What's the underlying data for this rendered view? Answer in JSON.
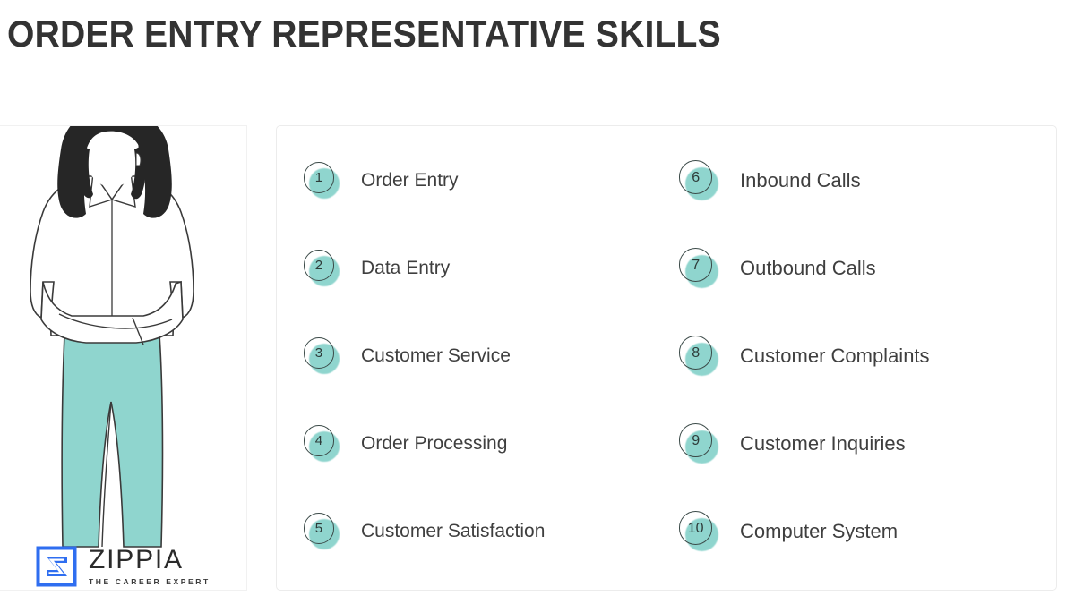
{
  "page": {
    "title": "ORDER ENTRY REPRESENTATIVE SKILLS",
    "background_color": "#ffffff",
    "title_color": "#333333",
    "accent_color": "#8fd5ce",
    "panel_border_color": "#ececec"
  },
  "illustration": {
    "alt": "line-art illustration of a woman with dark hair, white blouse and teal trousers, arms crossed",
    "hair_color": "#2b2b2b",
    "blouse_color": "#ffffff",
    "trousers_color": "#8fd5ce",
    "outline_color": "#3a3a3a"
  },
  "logo": {
    "wordmark": "ZIPPIA",
    "tagline": "THE CAREER EXPERT",
    "mark_color": "#2f6ef0",
    "wordmark_color": "#2b2b2b",
    "mark_letter": "Z"
  },
  "skills": {
    "left_column": [
      {
        "number": "1",
        "label": "Order Entry"
      },
      {
        "number": "2",
        "label": "Data Entry"
      },
      {
        "number": "3",
        "label": "Customer Service"
      },
      {
        "number": "4",
        "label": "Order Processing"
      },
      {
        "number": "5",
        "label": "Customer Satisfaction"
      }
    ],
    "right_column": [
      {
        "number": "6",
        "label": "Inbound Calls"
      },
      {
        "number": "7",
        "label": "Outbound Calls"
      },
      {
        "number": "8",
        "label": "Customer Complaints"
      },
      {
        "number": "9",
        "label": "Customer Inquiries"
      },
      {
        "number": "10",
        "label": "Computer System"
      }
    ]
  }
}
